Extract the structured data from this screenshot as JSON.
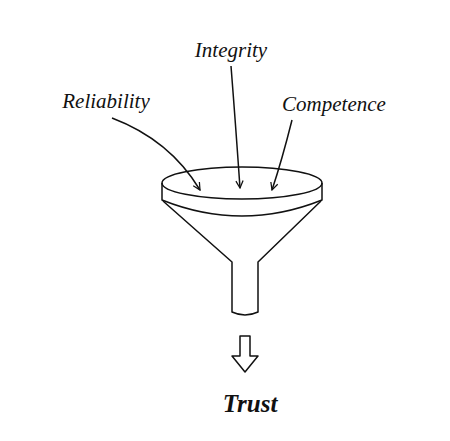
{
  "diagram": {
    "labels": [
      "Integrity",
      "Reliability",
      "Competence",
      "Trust"
    ]
  }
}
